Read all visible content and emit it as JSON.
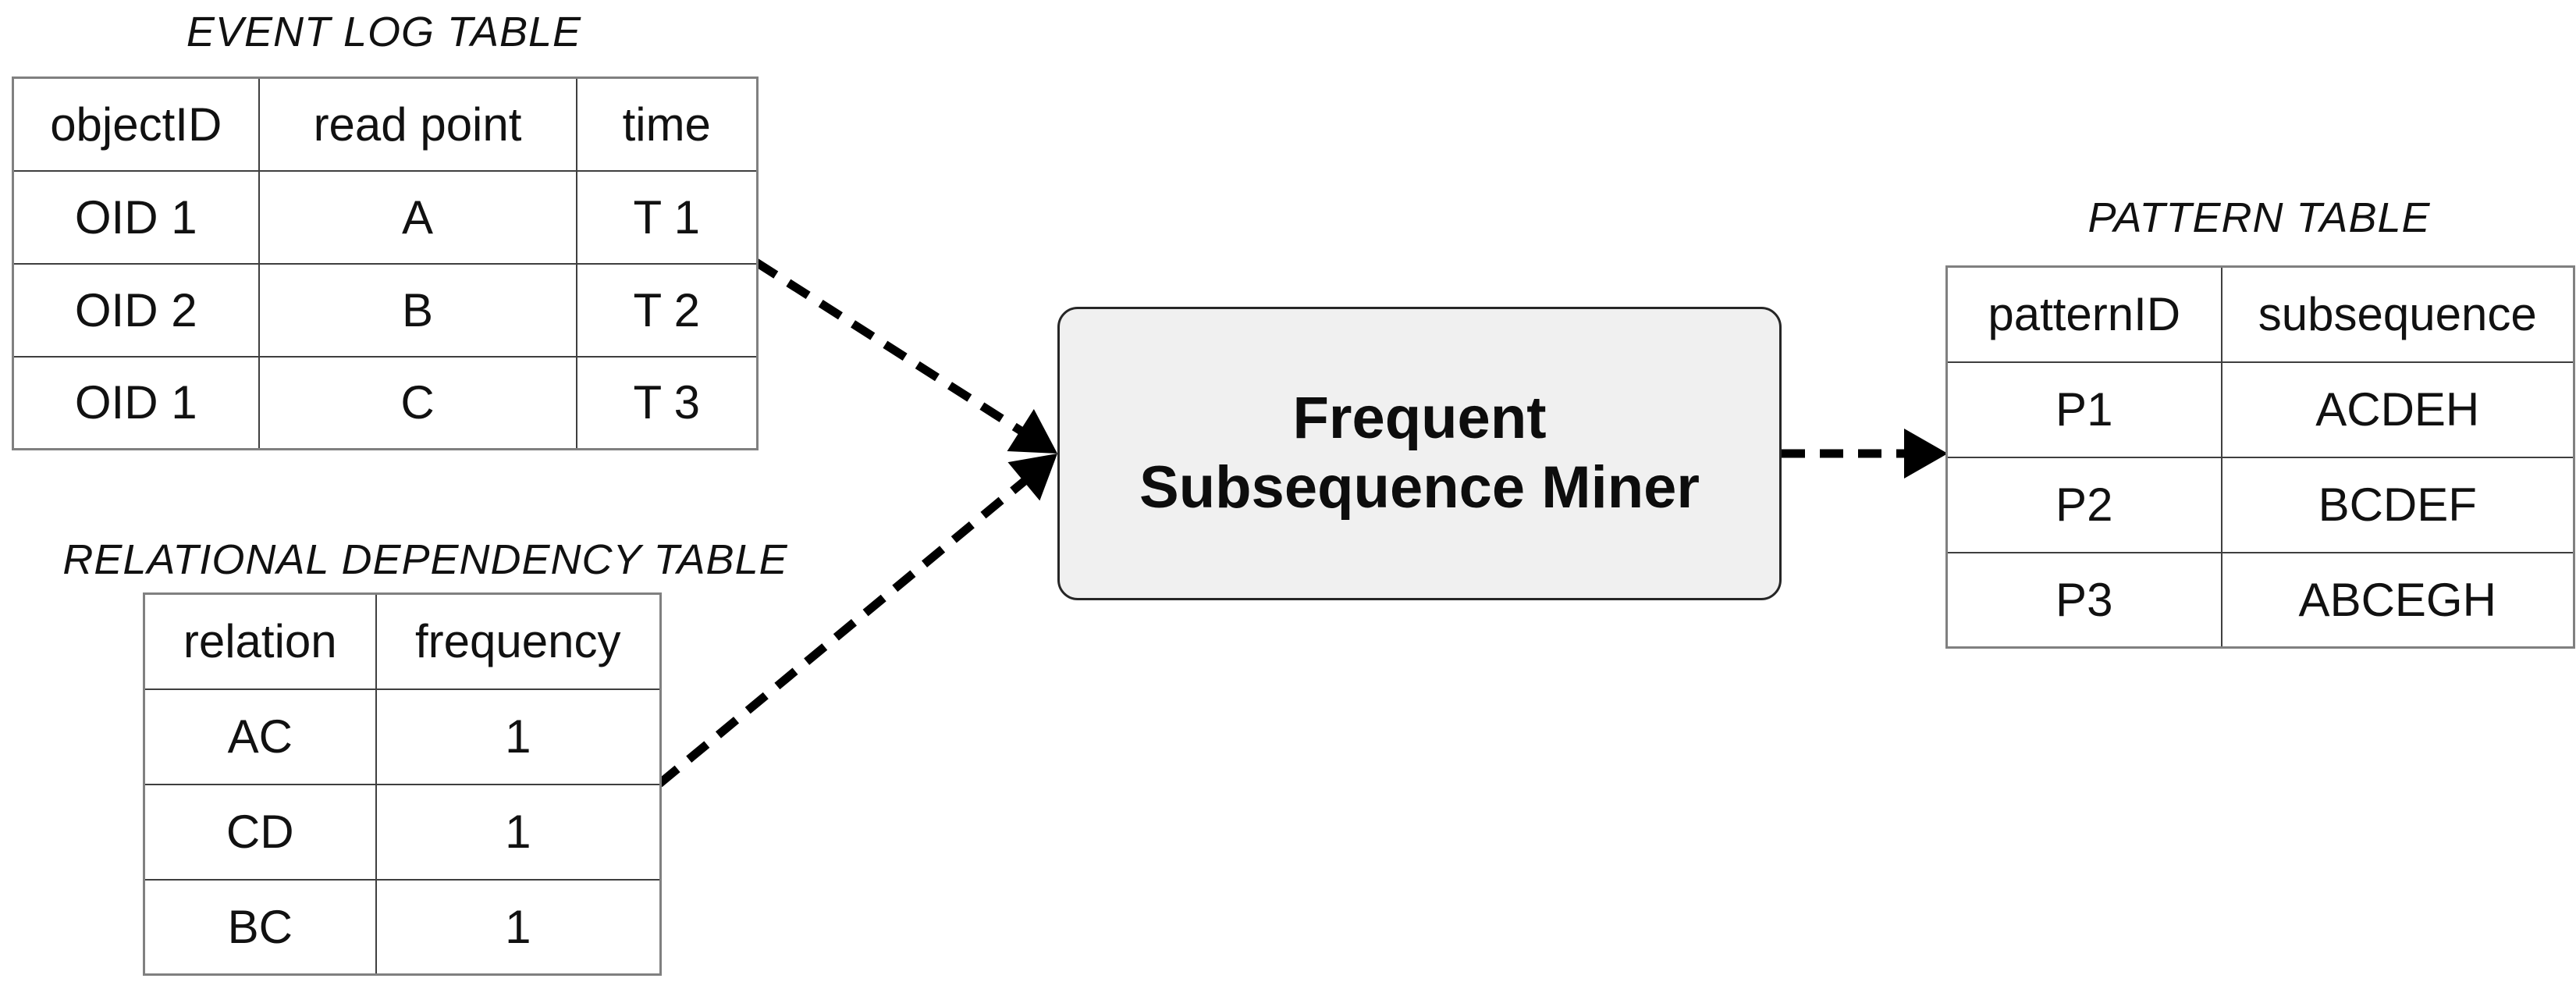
{
  "diagram": {
    "event_log_table": {
      "title": "EVENT LOG TABLE",
      "columns": [
        "objectID",
        "read point",
        "time"
      ],
      "rows": [
        [
          "OID 1",
          "A",
          "T 1"
        ],
        [
          "OID 2",
          "B",
          "T 2"
        ],
        [
          "OID 1",
          "C",
          "T 3"
        ]
      ]
    },
    "relational_dependency_table": {
      "title": "RELATIONAL DEPENDENCY TABLE",
      "columns": [
        "relation",
        "frequency"
      ],
      "rows": [
        [
          "AC",
          "1"
        ],
        [
          "CD",
          "1"
        ],
        [
          "BC",
          "1"
        ]
      ]
    },
    "miner_box": {
      "label_line1": "Frequent",
      "label_line2": "Subsequence Miner"
    },
    "pattern_table": {
      "title": "PATTERN TABLE",
      "columns": [
        "patternID",
        "subsequence"
      ],
      "rows": [
        [
          "P1",
          "ACDEH"
        ],
        [
          "P2",
          "BCDEF"
        ],
        [
          "P3",
          "ABCEGH"
        ]
      ]
    },
    "arrows": [
      {
        "name": "event-log-to-miner",
        "style": "dashed",
        "direction": "into-miner-box"
      },
      {
        "name": "relational-dependency-to-miner",
        "style": "dashed",
        "direction": "into-miner-box"
      },
      {
        "name": "miner-to-pattern-table",
        "style": "dashed",
        "direction": "into-pattern-table"
      }
    ],
    "colors": {
      "background": "#ffffff",
      "box_fill": "#f0f0f0",
      "box_border": "#262626",
      "table_outer_border": "#808080",
      "table_inner_border": "#3f3f3f",
      "arrow": "#000000"
    }
  }
}
